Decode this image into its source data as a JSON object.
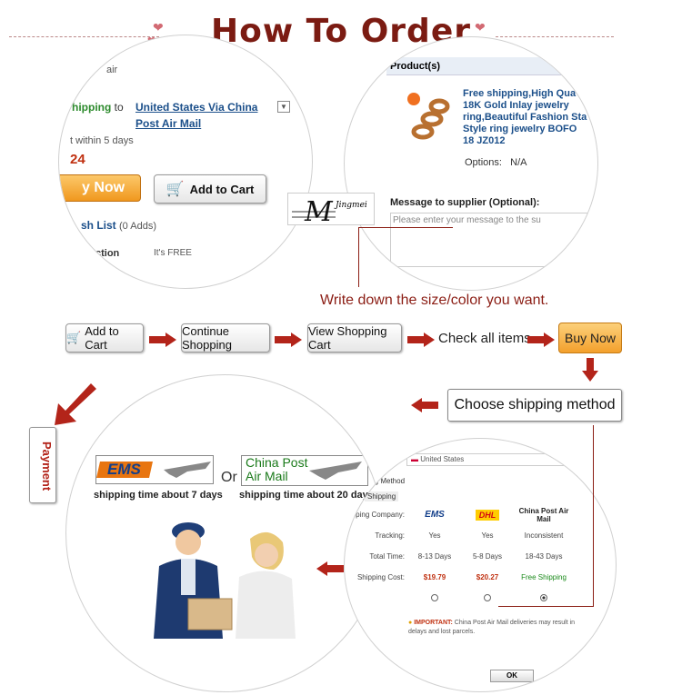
{
  "title": "How To Order",
  "watermark": "Jingmei",
  "product_circle": {
    "air_fragment": "air",
    "shipping_fragment": "hipping",
    "to": "to",
    "shipping_link_line1": "United States Via China",
    "shipping_link_line2": "Post Air Mail",
    "within": "t within 5 days",
    "price_fragment": "24",
    "buy_now_fragment": "y Now",
    "add_to_cart": "Add to Cart",
    "wishlist_fragment": "sh List",
    "wishlist_count": "(0 Adds)",
    "protection_fragment": "ction",
    "free": "It's FREE"
  },
  "order_circle": {
    "products_header": "Product(s)",
    "product_desc": "Free shipping,High Qua 18K Gold Inlay jewelry ring,Beautiful Fashion Sta Style ring jewelry BOFO 18 JZ012",
    "options_label": "Options:",
    "options_value": "N/A",
    "message_label": "Message to supplier (Optional):",
    "message_placeholder": "Please enter your message to the su"
  },
  "note": "Write down the size/color you want.",
  "steps": {
    "add_to_cart": "Add to Cart",
    "continue_shopping": "Continue Shopping",
    "view_cart": "View Shopping Cart",
    "check_items": "Check all items",
    "buy_now": "Buy Now",
    "choose_shipping": "Choose shipping method",
    "payment": "Payment"
  },
  "delivery": {
    "ems_logo": "EMS",
    "ems_time": "shipping time about 7 days",
    "or": "Or",
    "china_post_line1": "China Post",
    "china_post_line2": "Air Mail",
    "china_post_time": "shipping time about 20 days"
  },
  "shipping_circle": {
    "country": "United States",
    "method_fragment": "ping Method",
    "shipping_fragment": "Shipping",
    "row_labels": [
      "pping Company:",
      "Tracking:",
      "Total Time:",
      "Shipping Cost:"
    ],
    "columns": [
      {
        "company": "EMS",
        "tracking": "Yes",
        "time": "8-13 Days",
        "cost": "$19.79"
      },
      {
        "company": "DHL",
        "tracking": "Yes",
        "time": "5-8 Days",
        "cost": "$20.27"
      },
      {
        "company": "China Post Air Mail",
        "tracking": "Inconsistent",
        "time": "18-43 Days",
        "cost": "Free Shipping"
      }
    ],
    "important_label": "IMPORTANT:",
    "important_text": "China Post Air Mail deliveries may result in delays and lost parcels.",
    "ok": "OK"
  },
  "colors": {
    "accent": "#7b1b12",
    "link": "#1b4f8a",
    "buy": "#f0a830"
  }
}
